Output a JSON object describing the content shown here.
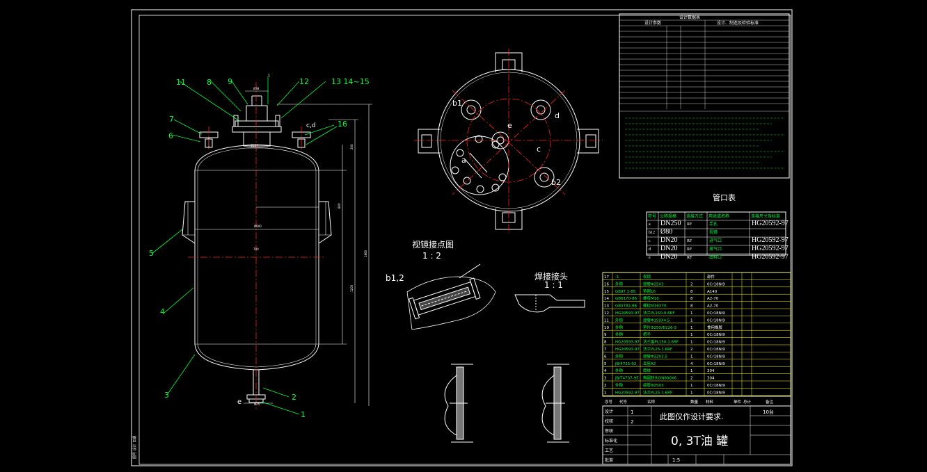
{
  "balloons": [
    "11",
    "8",
    "9",
    "1",
    "12",
    "13 14~15",
    "7",
    "6",
    "c,d",
    "16",
    "5",
    "4",
    "3",
    "2",
    "1"
  ],
  "labels": {
    "sight_glass_title": "视镜接点图",
    "sight_glass_scale": "1 : 2",
    "b12_callout": "b1,2",
    "weld_title": "焊接接头",
    "weld_scale": "1 : 1",
    "e_callout": "e",
    "plan_a": "a",
    "plan_b1": "b1",
    "plan_b2": "b2",
    "plan_c": "c",
    "plan_d": "d",
    "plan_e": "e"
  },
  "design_data": {
    "title": "设计数据表",
    "col_left": "设计参数",
    "col_right": "设计、制造及检验标准"
  },
  "nozzle_table": {
    "title": "管口表",
    "headers": [
      "符号",
      "公称规格",
      "连接方式",
      "用途或名称",
      "连接尺寸及标准"
    ],
    "rows": [
      [
        "a",
        "DN250",
        "RF",
        "手孔",
        "HG20592-97"
      ],
      [
        "b12",
        "Ø80",
        "",
        "视镜",
        ""
      ],
      [
        "c",
        "DN20",
        "RF",
        "进气口",
        "HG20592-97"
      ],
      [
        "d",
        "DN20",
        "RF",
        "排气口",
        "HG20592-97"
      ],
      [
        "e",
        "DN20",
        "RF",
        "出料口",
        "HG20592-97"
      ]
    ]
  },
  "bom": {
    "rows": [
      [
        "17",
        "-1",
        "视镜",
        "",
        "部件"
      ],
      [
        "16",
        "外购",
        "接管Φ25X3",
        "2",
        "0Cr18Ni9"
      ],
      [
        "15",
        "GB97.1-85",
        "垫圈16",
        "8",
        "A140"
      ],
      [
        "14",
        "GB6170-86",
        "螺母M16",
        "8",
        "A2-70"
      ],
      [
        "13",
        "GB5782-86",
        "螺栓M16X70",
        "8",
        "A2-70"
      ],
      [
        "12",
        "HG20593-97",
        "法兰PL150-0.6RF",
        "1",
        "0Cr18Ni9"
      ],
      [
        "11",
        "外购",
        "接管Φ159X4.5",
        "1",
        "0Cr18Ni9"
      ],
      [
        "10",
        "外购",
        "垫片Φ250/Φ226-3",
        "1",
        "食用橡胶"
      ],
      [
        "9",
        "外购",
        "把手",
        "1",
        "0Cr18Ni9"
      ],
      [
        "8",
        "HG20593-97",
        "法兰盖PL150-1.6RF",
        "1",
        "0Cr18Ni9"
      ],
      [
        "7",
        "HG20593-97",
        "法兰PL25-1.6RF",
        "2",
        "0Cr18Ni9"
      ],
      [
        "6",
        "外购",
        "接管Φ32X3.5",
        "1",
        "0Cr18Ni9"
      ],
      [
        "5",
        "JB/4725-92",
        "耳座A2",
        "4",
        "0Cr18Ni9"
      ],
      [
        "4",
        "外购",
        "筒体",
        "1",
        "304"
      ],
      [
        "3",
        "JB/T4737-95",
        "椭圆封头DN800X6",
        "2",
        "304"
      ],
      [
        "2",
        "外购",
        "接管Φ25X3",
        "1",
        "0Cr18Ni9"
      ],
      [
        "1",
        "HG20592-97",
        "法兰PL25-1.6RF",
        "1",
        "0Cr18Ni9"
      ]
    ],
    "header": [
      "序号",
      "代号",
      "名称",
      "数量",
      "材料",
      "单件",
      "总计",
      "备注"
    ]
  },
  "title_block": {
    "note": "此图仅作设计要求.",
    "drawing_title": "0, 3T油 罐",
    "scale": "1:5",
    "count": "10台",
    "row_labels": [
      "设计",
      "校核",
      "审核",
      "标准化",
      "工艺",
      "批准"
    ],
    "values": [
      "1",
      "2"
    ]
  },
  "side_stamp": "图号 设计 日期"
}
